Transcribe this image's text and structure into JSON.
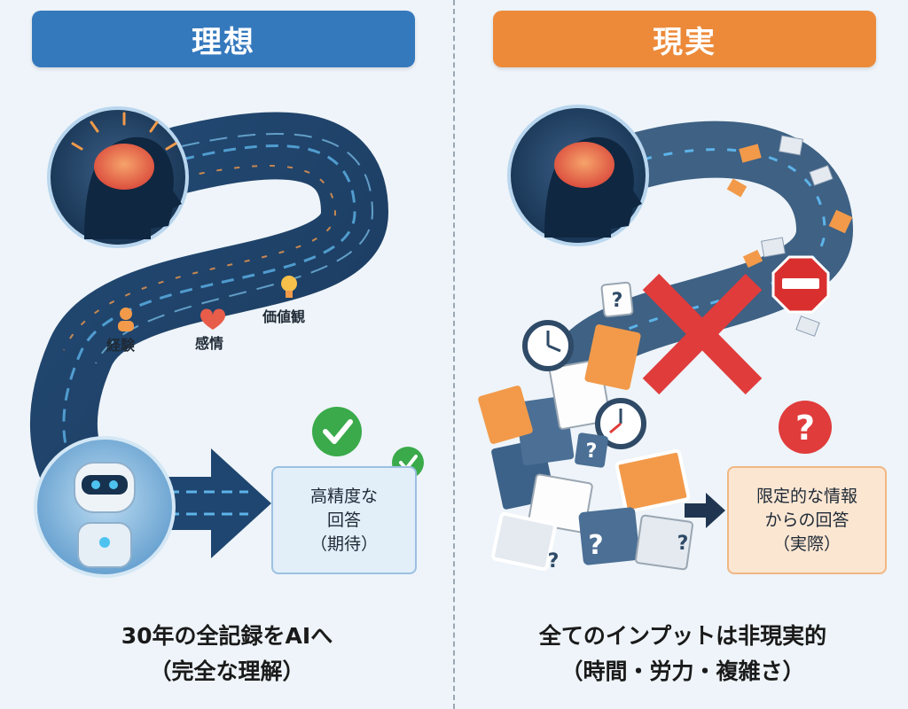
{
  "headers": {
    "left": "理想",
    "right": "現実"
  },
  "left_panel": {
    "path_labels": [
      "経験",
      "感情",
      "価値観"
    ],
    "result_box": [
      "高精度な",
      "回答",
      "（期待）"
    ],
    "caption": [
      "30年の全記録をAIへ",
      "（完全な理解）"
    ]
  },
  "right_panel": {
    "result_box": [
      "限定的な情報",
      "からの回答",
      "（実際）"
    ],
    "caption": [
      "全てのインプットは非現実的",
      "（時間・労力・複雑さ）"
    ]
  },
  "colors": {
    "left_header": "#3579bd",
    "right_header": "#ec8a3a",
    "check": "#3aaa4a",
    "cross": "#e03c3c",
    "question": "#e03c3c"
  }
}
